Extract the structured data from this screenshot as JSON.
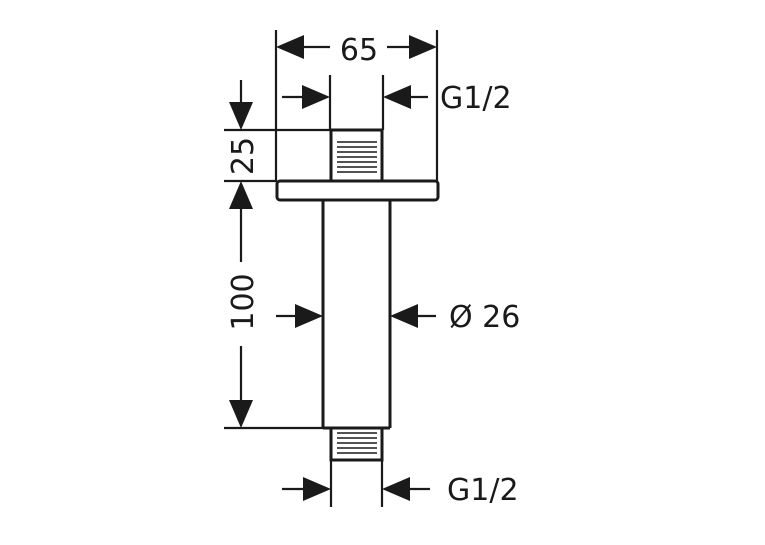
{
  "dimensions": {
    "flange_width": "65",
    "top_thread": "G1/2",
    "top_height": "25",
    "tube_length": "100",
    "tube_diameter": "Ø 26",
    "bottom_thread": "G1/2"
  }
}
